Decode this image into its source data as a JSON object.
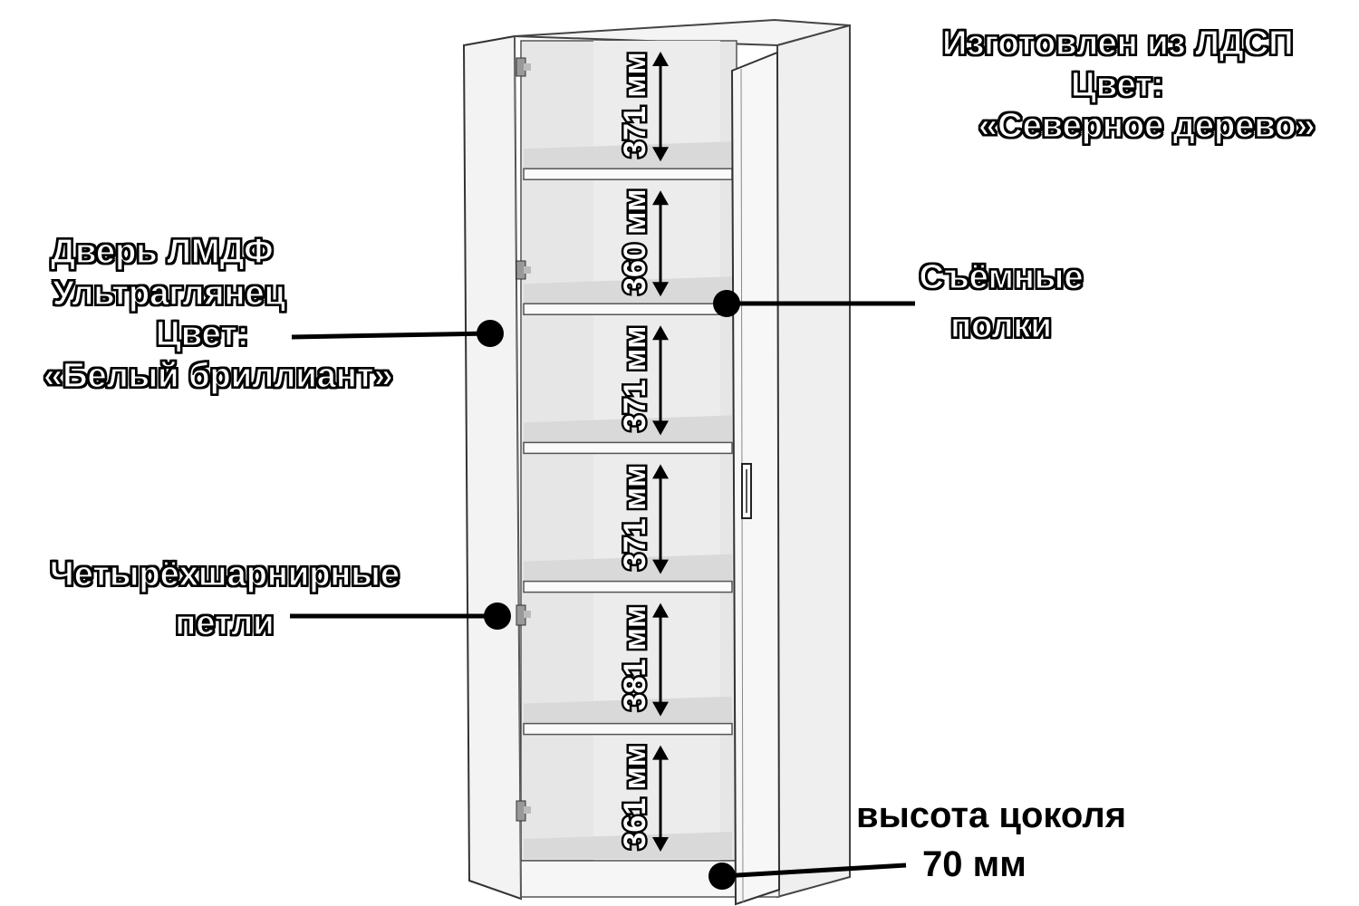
{
  "material": {
    "line1": "Изготовлен из ЛДСП",
    "line2": "Цвет:",
    "line3": "«Северное дерево»"
  },
  "door": {
    "line1": "Дверь ЛМДФ",
    "line2": "Ультраглянец",
    "line3": "Цвет:",
    "line4": "«Белый бриллиант»"
  },
  "shelves": {
    "line1": "Съёмные",
    "line2": "полки"
  },
  "hinges": {
    "line1": "Четырёхшарнирные",
    "line2": "петли"
  },
  "plinth": {
    "line1": "высота цоколя",
    "line2": "70 мм"
  },
  "compartments": [
    {
      "label": "371 мм",
      "height_mm": 371
    },
    {
      "label": "360 мм",
      "height_mm": 360
    },
    {
      "label": "371 мм",
      "height_mm": 371
    },
    {
      "label": "371 мм",
      "height_mm": 371
    },
    {
      "label": "381 мм",
      "height_mm": 381
    },
    {
      "label": "361 мм",
      "height_mm": 361
    }
  ],
  "colors": {
    "outline": "#000000",
    "panel": "#f2f2f2",
    "interior": "#e9e9e9",
    "back": "#dedede",
    "label_fill": "#ffffff"
  }
}
